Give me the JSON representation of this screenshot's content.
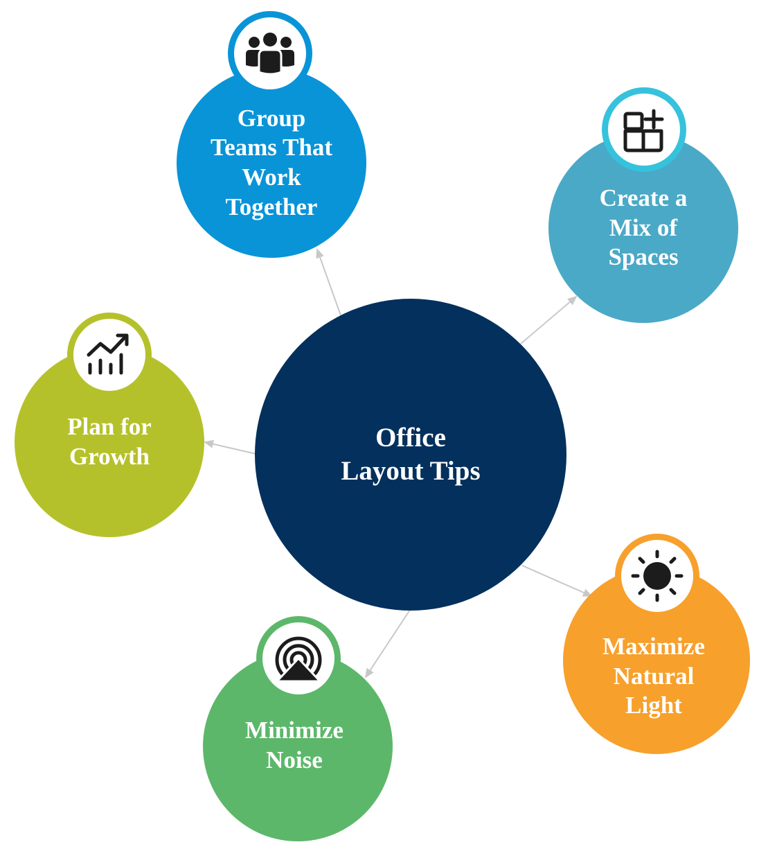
{
  "center": {
    "title": "Office\nLayout Tips",
    "color": "#03305c"
  },
  "nodes": [
    {
      "id": "group-teams",
      "label": "Group\nTeams That\nWork\nTogether",
      "color": "#0994d8",
      "icon": "team-icon"
    },
    {
      "id": "mix-spaces",
      "label": "Create a\nMix of\nSpaces",
      "color": "#4aa9c6",
      "icon": "add-grid-icon"
    },
    {
      "id": "plan-growth",
      "label": "Plan for\nGrowth",
      "color": "#b5c12a",
      "icon": "growth-chart-icon"
    },
    {
      "id": "natural-light",
      "label": "Maximize\nNatural\nLight",
      "color": "#f7a02c",
      "icon": "sun-icon"
    },
    {
      "id": "minimize-noise",
      "label": "Minimize\nNoise",
      "color": "#5db76a",
      "icon": "signal-icon"
    }
  ],
  "connector_color": "#c8c8c8"
}
